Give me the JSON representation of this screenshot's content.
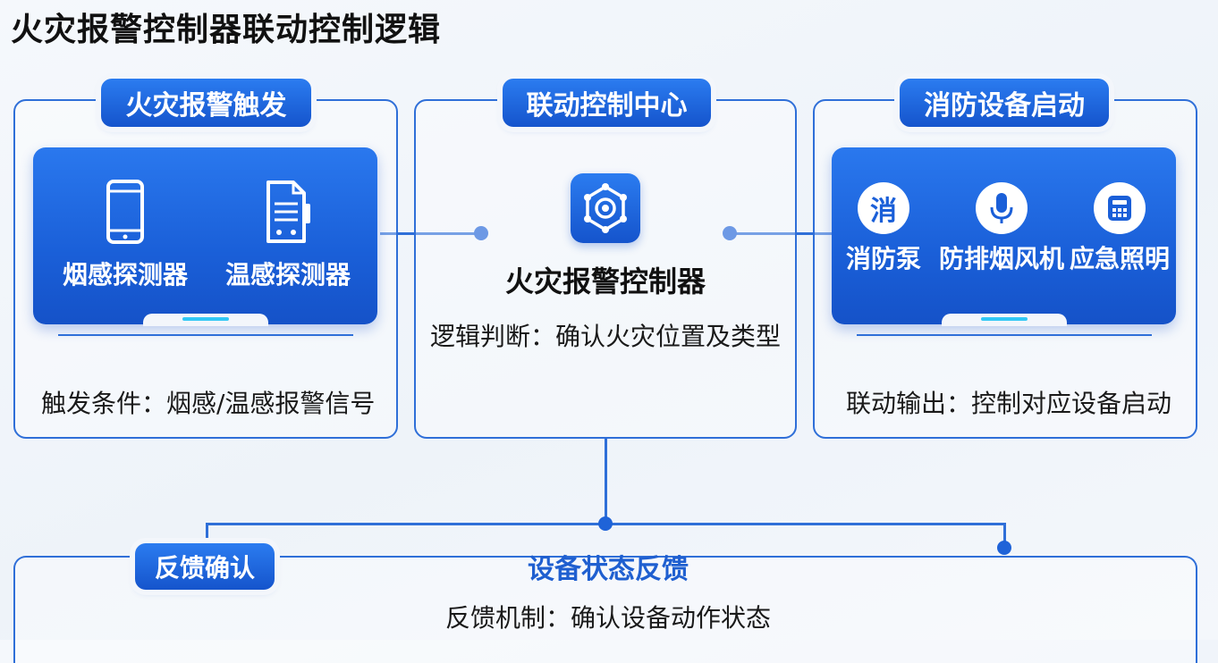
{
  "title": "火灾报警控制器联动控制逻辑",
  "panels": {
    "trigger": {
      "header": "火灾报警触发",
      "devices": [
        {
          "label": "烟感探测器",
          "icon": "smartphone-icon"
        },
        {
          "label": "温感探测器",
          "icon": "document-device-icon"
        }
      ],
      "description": "触发条件：烟感/温感报警信号"
    },
    "control": {
      "header": "联动控制中心",
      "icon": "hub-network-icon",
      "title": "火灾报警控制器",
      "description": "逻辑判断：确认火灾位置及类型"
    },
    "equipment": {
      "header": "消防设备启动",
      "devices": [
        {
          "label": "消防泵",
          "icon": "fire-pump-icon",
          "glyph": "消"
        },
        {
          "label": "防排烟风机",
          "icon": "microphone-icon"
        },
        {
          "label": "应急照明",
          "icon": "calculator-icon"
        }
      ],
      "description": "联动输出：控制对应设备启动"
    },
    "feedback": {
      "header": "反馈确认",
      "title": "设备状态反馈",
      "description": "反馈机制：确认设备动作状态"
    }
  },
  "colors": {
    "primary": "#1a5fd8",
    "border": "#2f6fd8",
    "accent_bar": "#32c8f5",
    "feedback_title": "#1f5fd0"
  }
}
